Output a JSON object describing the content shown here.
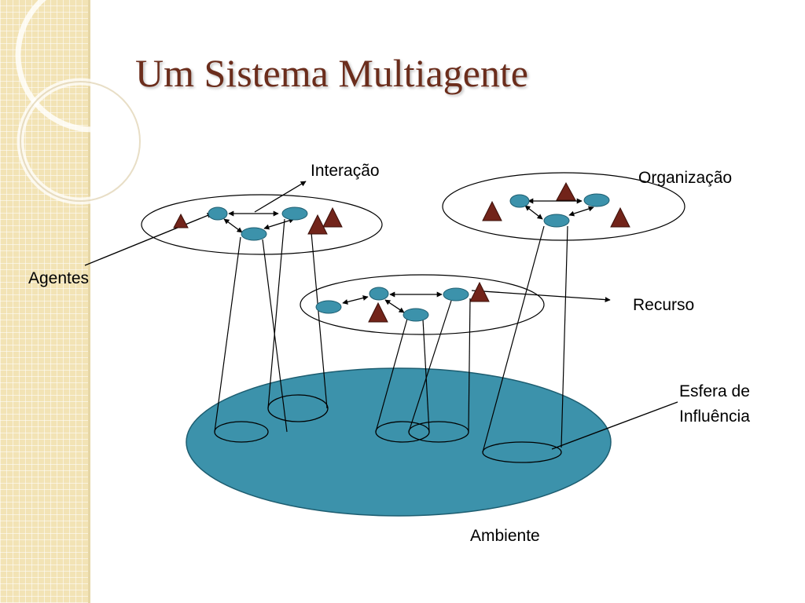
{
  "slide": {
    "title": "Um Sistema Multiagente"
  },
  "labels": {
    "interacao": "Interação",
    "organizacao": "Organização",
    "agentes": "Agentes",
    "recurso": "Recurso",
    "esfera_line1": "Esfera de",
    "esfera_line2": "Influência",
    "ambiente": "Ambiente"
  },
  "colors": {
    "environment": "#3c92ab",
    "agent": "#3c92ab",
    "resource": "#72241a",
    "title": "#6b2d1c",
    "sidebar": "#f2e3b5"
  }
}
